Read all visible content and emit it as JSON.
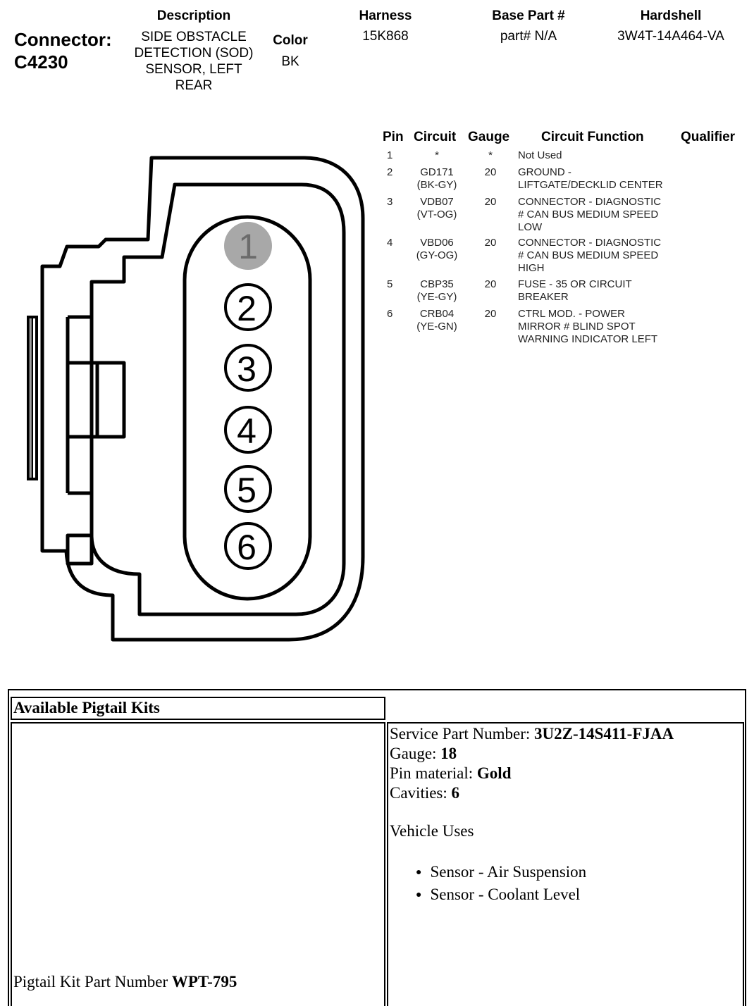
{
  "connector": {
    "label": "Connector:",
    "id": "C4230"
  },
  "header": {
    "description_label": "Description",
    "description_lines": [
      "SIDE OBSTACLE",
      "DETECTION (SOD)",
      "SENSOR, LEFT",
      "REAR"
    ],
    "color_label": "Color",
    "color_value": "BK",
    "harness_label": "Harness",
    "harness_value": "15K868",
    "base_part_label": "Base Part #",
    "base_part_value": "part# N/A",
    "hardshell_label": "Hardshell",
    "hardshell_value": "3W4T-14A464-VA"
  },
  "pin_table": {
    "headers": {
      "pin": "Pin",
      "circuit": "Circuit",
      "gauge": "Gauge",
      "function": "Circuit Function",
      "qualifier": "Qualifier"
    },
    "rows": [
      {
        "pin": "1",
        "circuit": [
          "*"
        ],
        "gauge": "*",
        "function": [
          "Not Used"
        ]
      },
      {
        "pin": "2",
        "circuit": [
          "GD171",
          "(BK-GY)"
        ],
        "gauge": "20",
        "function": [
          "GROUND -",
          "LIFTGATE/DECKLID CENTER"
        ]
      },
      {
        "pin": "3",
        "circuit": [
          "VDB07",
          "(VT-OG)"
        ],
        "gauge": "20",
        "function": [
          "CONNECTOR - DIAGNOSTIC",
          "# CAN BUS MEDIUM SPEED",
          "LOW"
        ]
      },
      {
        "pin": "4",
        "circuit": [
          "VBD06",
          "(GY-OG)"
        ],
        "gauge": "20",
        "function": [
          "CONNECTOR - DIAGNOSTIC",
          "# CAN BUS MEDIUM SPEED",
          "HIGH"
        ]
      },
      {
        "pin": "5",
        "circuit": [
          "CBP35",
          "(YE-GY)"
        ],
        "gauge": "20",
        "function": [
          "FUSE - 35 OR CIRCUIT",
          "BREAKER"
        ]
      },
      {
        "pin": "6",
        "circuit": [
          "CRB04",
          "(YE-GN)"
        ],
        "gauge": "20",
        "function": [
          "CTRL MOD. - POWER",
          "MIRROR # BLIND SPOT",
          "WARNING INDICATOR LEFT"
        ]
      }
    ]
  },
  "diagram": {
    "pin_labels": [
      "1",
      "2",
      "3",
      "4",
      "5",
      "6"
    ],
    "highlight_color": "#a8a8a8"
  },
  "pigtail": {
    "title": "Available Pigtail Kits",
    "kit_label": "Pigtail Kit Part Number",
    "kit_value": "WPT-795",
    "service_part_label": "Service Part Number:",
    "service_part_value": "3U2Z-14S411-FJAA",
    "gauge_label": "Gauge:",
    "gauge_value": "18",
    "pin_material_label": "Pin material:",
    "pin_material_value": "Gold",
    "cavities_label": "Cavities:",
    "cavities_value": "6",
    "vehicle_uses_title": "Vehicle Uses",
    "vehicle_uses": [
      "Sensor - Air Suspension",
      "Sensor - Coolant Level"
    ]
  }
}
